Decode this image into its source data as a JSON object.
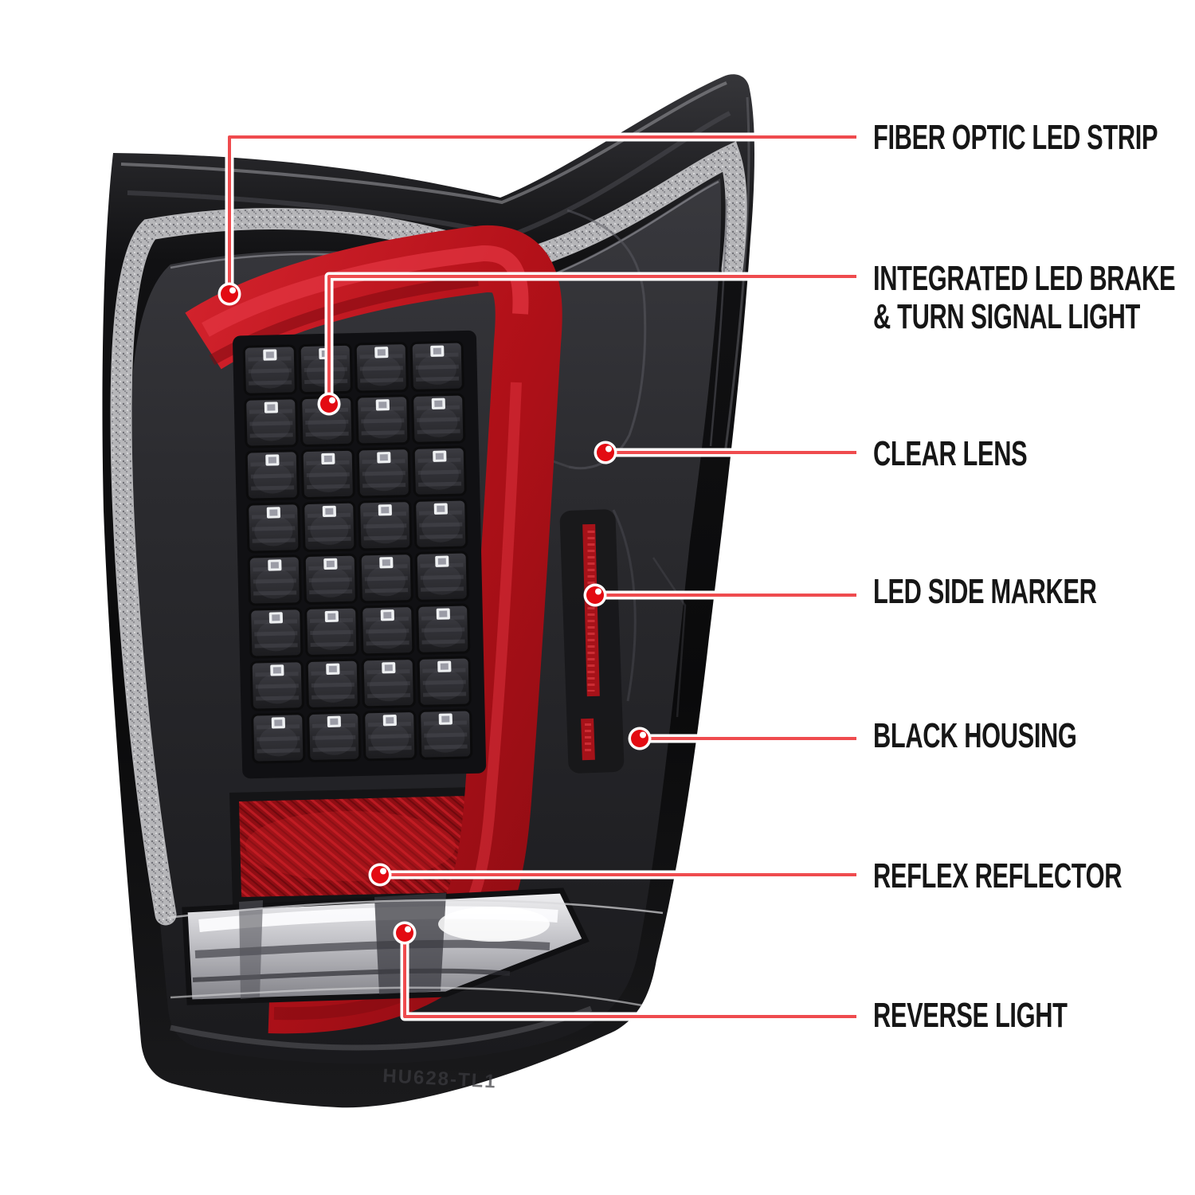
{
  "figure": {
    "type": "annotated product diagram",
    "subject": "LED truck tail light, rear three-quarter view",
    "background": "#ffffff"
  },
  "product": {
    "molded_part_number": "HU628-TL1"
  },
  "colors": {
    "callout_line_red": "#ef4b4e",
    "callout_dot_red": "#e30b12",
    "label_text": "#161616",
    "light_bar_red": "#c0141d",
    "housing_black": "#0c0c0e",
    "gasket_gray": "#b6b6b9",
    "reverse_light_chrome": "#d9d9dc",
    "reflex_reflector_red": "#8f0e14"
  },
  "led_grid": {
    "rows": 8,
    "cols": 4
  },
  "callouts": [
    {
      "id": "fiber-optic-led-strip",
      "lines": [
        "FIBER OPTIC LED STRIP"
      ]
    },
    {
      "id": "integrated-led-brake-turn-signal",
      "lines": [
        "INTEGRATED LED BRAKE",
        "& TURN SIGNAL LIGHT"
      ]
    },
    {
      "id": "clear-lens",
      "lines": [
        "CLEAR LENS"
      ]
    },
    {
      "id": "led-side-marker",
      "lines": [
        "LED SIDE MARKER"
      ]
    },
    {
      "id": "black-housing",
      "lines": [
        "BLACK HOUSING"
      ]
    },
    {
      "id": "reflex-reflector",
      "lines": [
        "REFLEX REFLECTOR"
      ]
    },
    {
      "id": "reverse-light",
      "lines": [
        "REVERSE LIGHT"
      ]
    }
  ]
}
